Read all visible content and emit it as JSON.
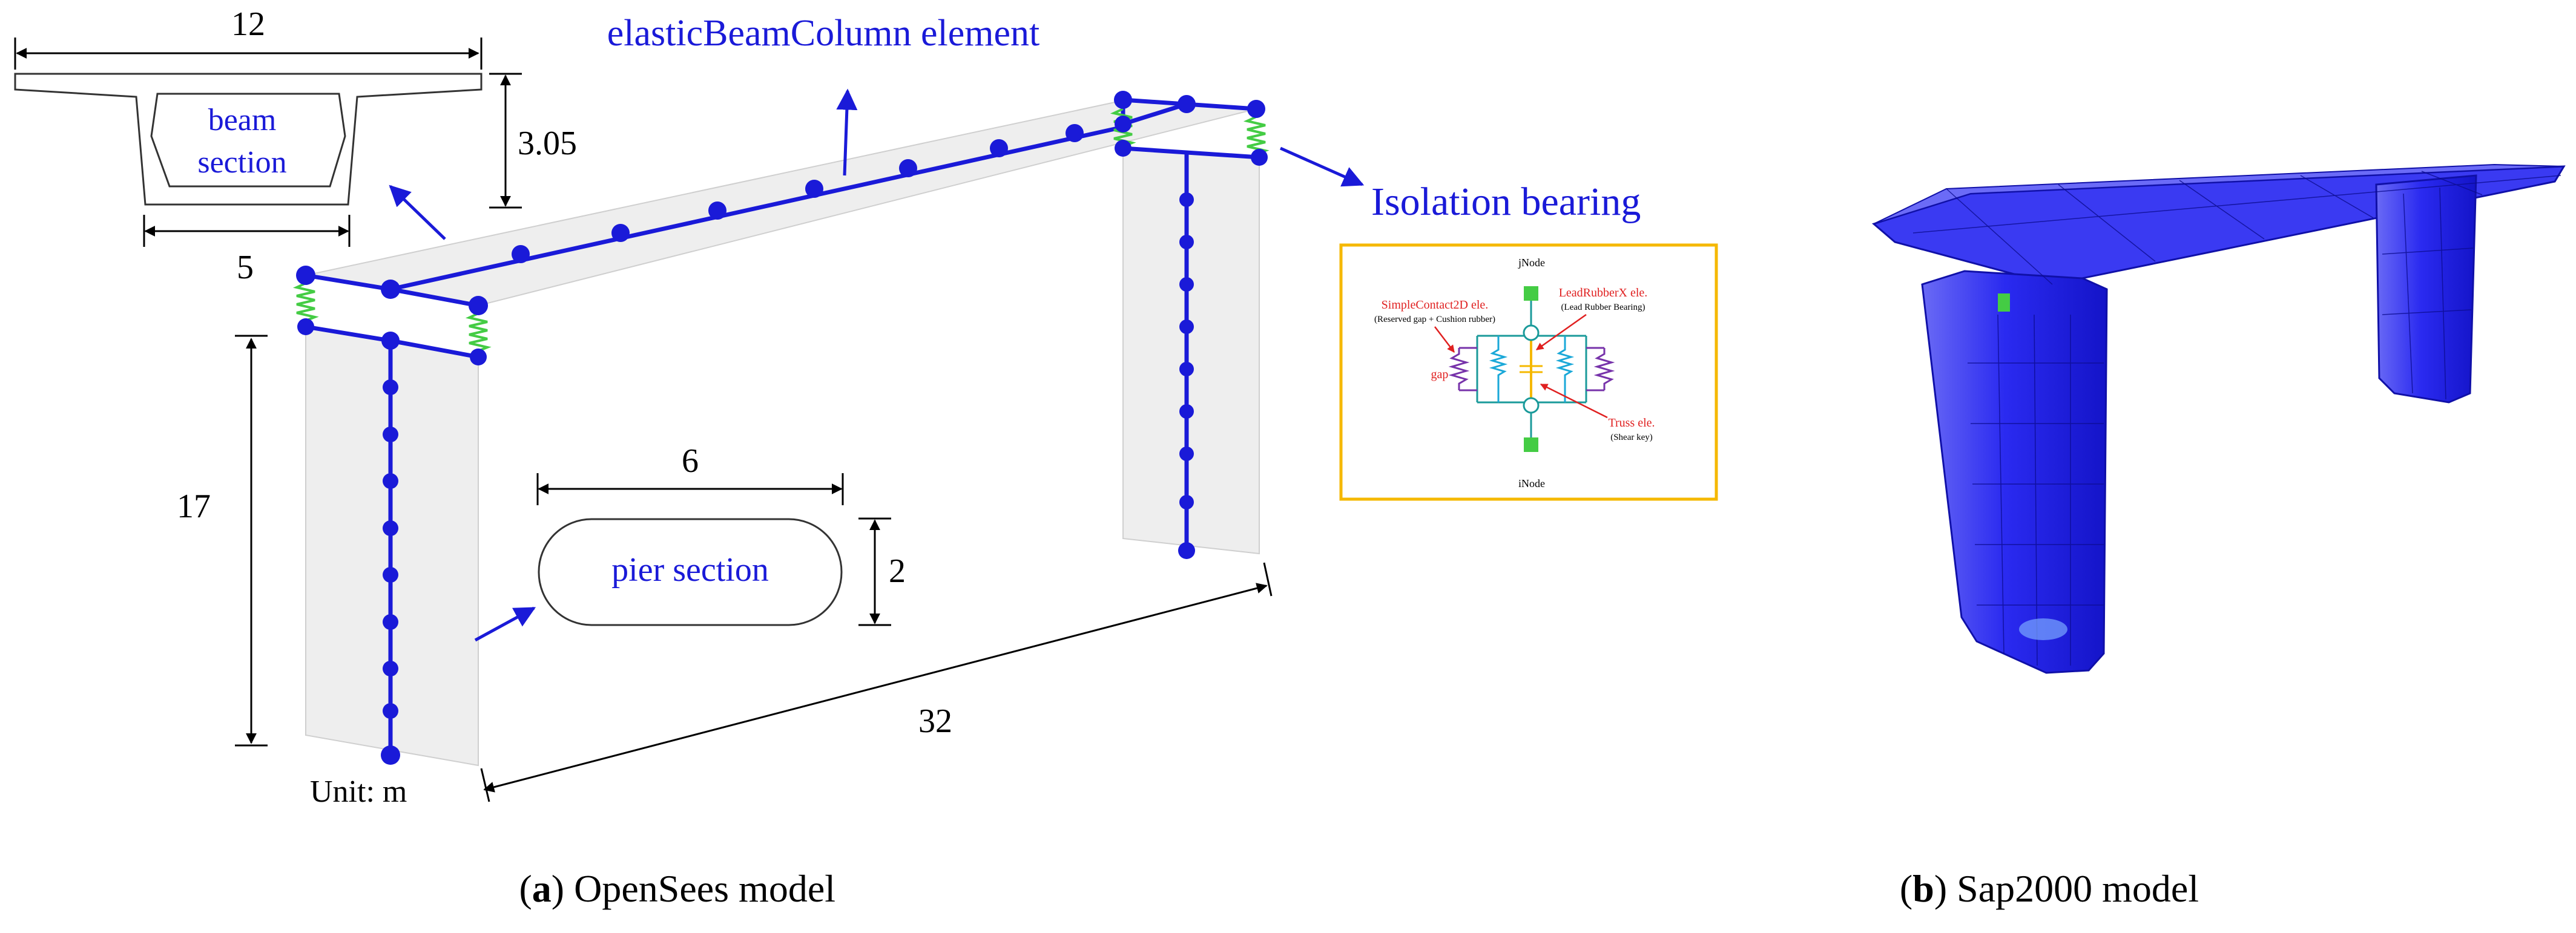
{
  "panel_a": {
    "dims": {
      "deck_width": "12",
      "beam_depth": "3.05",
      "bottom_width": "5",
      "pier_height": "17",
      "pier_width": "6",
      "pier_thickness": "2",
      "span_length": "32"
    },
    "labels": {
      "beam_section_line1": "beam",
      "beam_section_line2": "section",
      "element": "elasticBeamColumn element",
      "isolation": "Isolation bearing",
      "pier_section": "pier section",
      "unit": "Unit: m"
    },
    "inset": {
      "jnode": "jNode",
      "inode": "iNode",
      "simplecontact": "SimpleContact2D ele.",
      "simplecontact_note": "(Reserved gap + Cushion rubber)",
      "leadrubber": "LeadRubberX ele.",
      "leadrubber_note": "(Lead Rubber Bearing)",
      "gap": "gap",
      "truss": "Truss ele.",
      "truss_note": "(Shear key)"
    }
  },
  "captions": {
    "a_letter": "a",
    "a_text": "OpenSees model",
    "b_letter": "b",
    "b_text": "Sap2000 model"
  },
  "colors": {
    "model_blue": "#1a1ad8",
    "spring_green": "#44cc44",
    "panel_gray": "#eeeeee",
    "inset_border": "#f5b800",
    "inset_red": "#e02020",
    "sap_blue": "#2b2bf0"
  }
}
